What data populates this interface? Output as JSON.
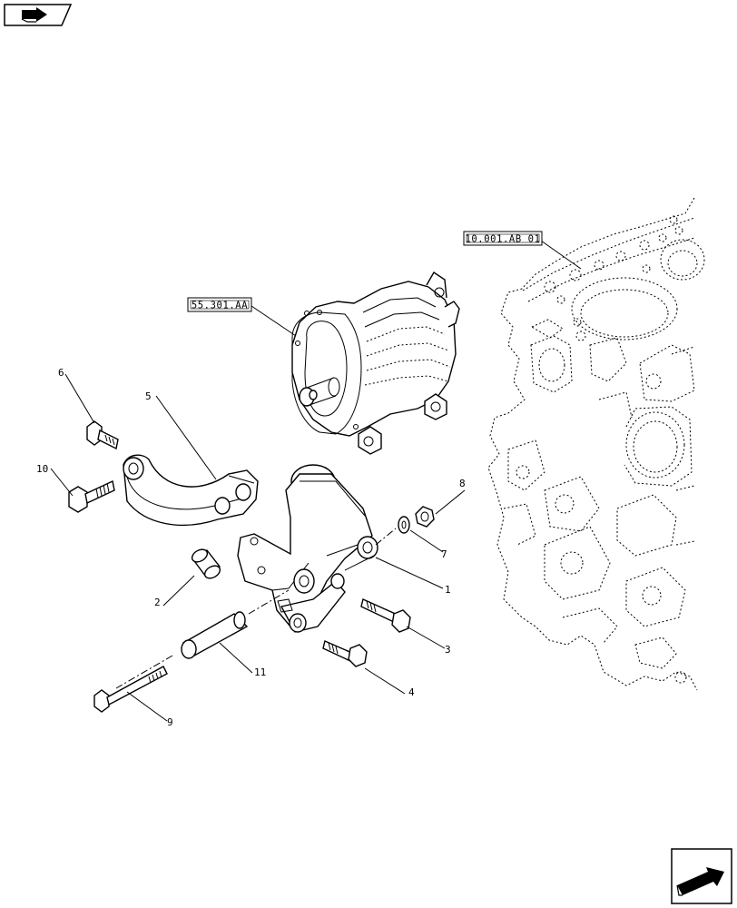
{
  "references": {
    "engine_block": "10.001.AB 01",
    "alternator": "55.301.AA"
  },
  "callouts": {
    "c1": "1",
    "c2": "2",
    "c3": "3",
    "c4": "4",
    "c5": "5",
    "c6": "6",
    "c7": "7",
    "c8": "8",
    "c9": "9",
    "c10": "10",
    "c11": "11"
  },
  "icons": {
    "top_left": "book-arrow-icon",
    "bottom_right": "next-page-arrow-icon"
  }
}
